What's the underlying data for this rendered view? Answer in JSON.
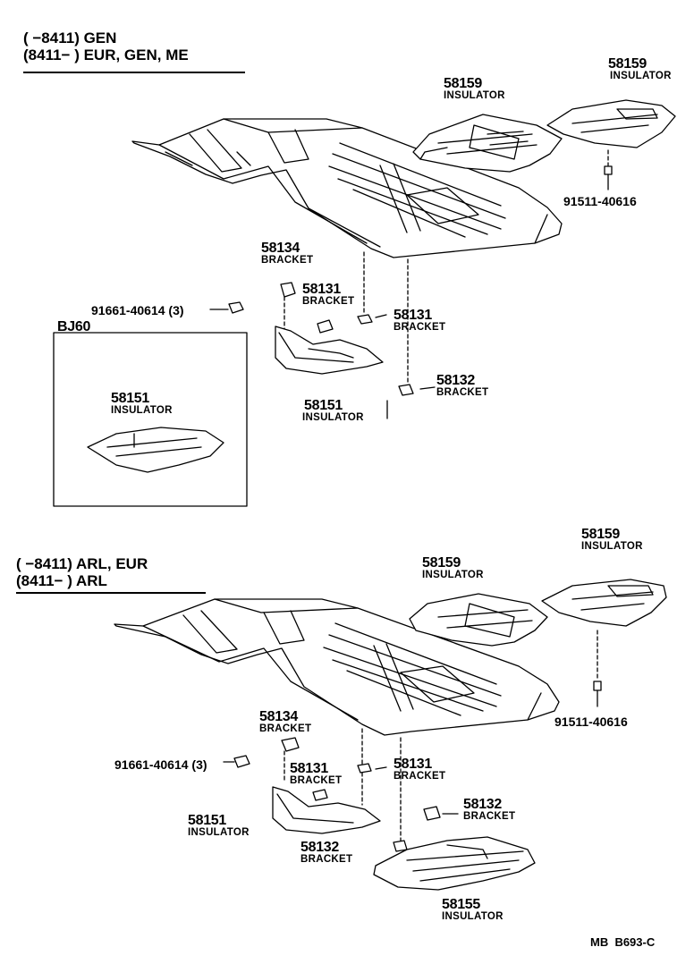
{
  "sections": [
    {
      "heading_line1": "(      −8411) GEN",
      "heading_line2": "(8411−        ) EUR, GEN, ME",
      "callouts": [
        {
          "part": "58159",
          "name": "INSULATOR"
        },
        {
          "part": "58159",
          "name": "INSULATOR"
        },
        {
          "part": "91511-40616",
          "name": ""
        },
        {
          "part": "58134",
          "name": "BRACKET"
        },
        {
          "part": "58131",
          "name": "BRACKET"
        },
        {
          "part": "58131",
          "name": "BRACKET"
        },
        {
          "part": "91661-40614 (3)",
          "name": ""
        },
        {
          "part": "58151",
          "name": "INSULATOR"
        },
        {
          "part": "58132",
          "name": "BRACKET"
        }
      ],
      "inset": {
        "title": "BJ60",
        "part": "58151",
        "name": "INSULATOR"
      }
    },
    {
      "heading_line1": "(      −8411) ARL, EUR",
      "heading_line2": "(8411−        ) ARL",
      "callouts": [
        {
          "part": "58159",
          "name": "INSULATOR"
        },
        {
          "part": "58159",
          "name": "INSULATOR"
        },
        {
          "part": "91511-40616",
          "name": ""
        },
        {
          "part": "58134",
          "name": "BRACKET"
        },
        {
          "part": "91661-40614 (3)",
          "name": ""
        },
        {
          "part": "58131",
          "name": "BRACKET"
        },
        {
          "part": "58131",
          "name": "BRACKET"
        },
        {
          "part": "58151",
          "name": "INSULATOR"
        },
        {
          "part": "58132",
          "name": "BRACKET"
        },
        {
          "part": "58132",
          "name": "BRACKET"
        },
        {
          "part": "58155",
          "name": "INSULATOR"
        }
      ]
    }
  ],
  "reference_code": "MB  B693-C"
}
